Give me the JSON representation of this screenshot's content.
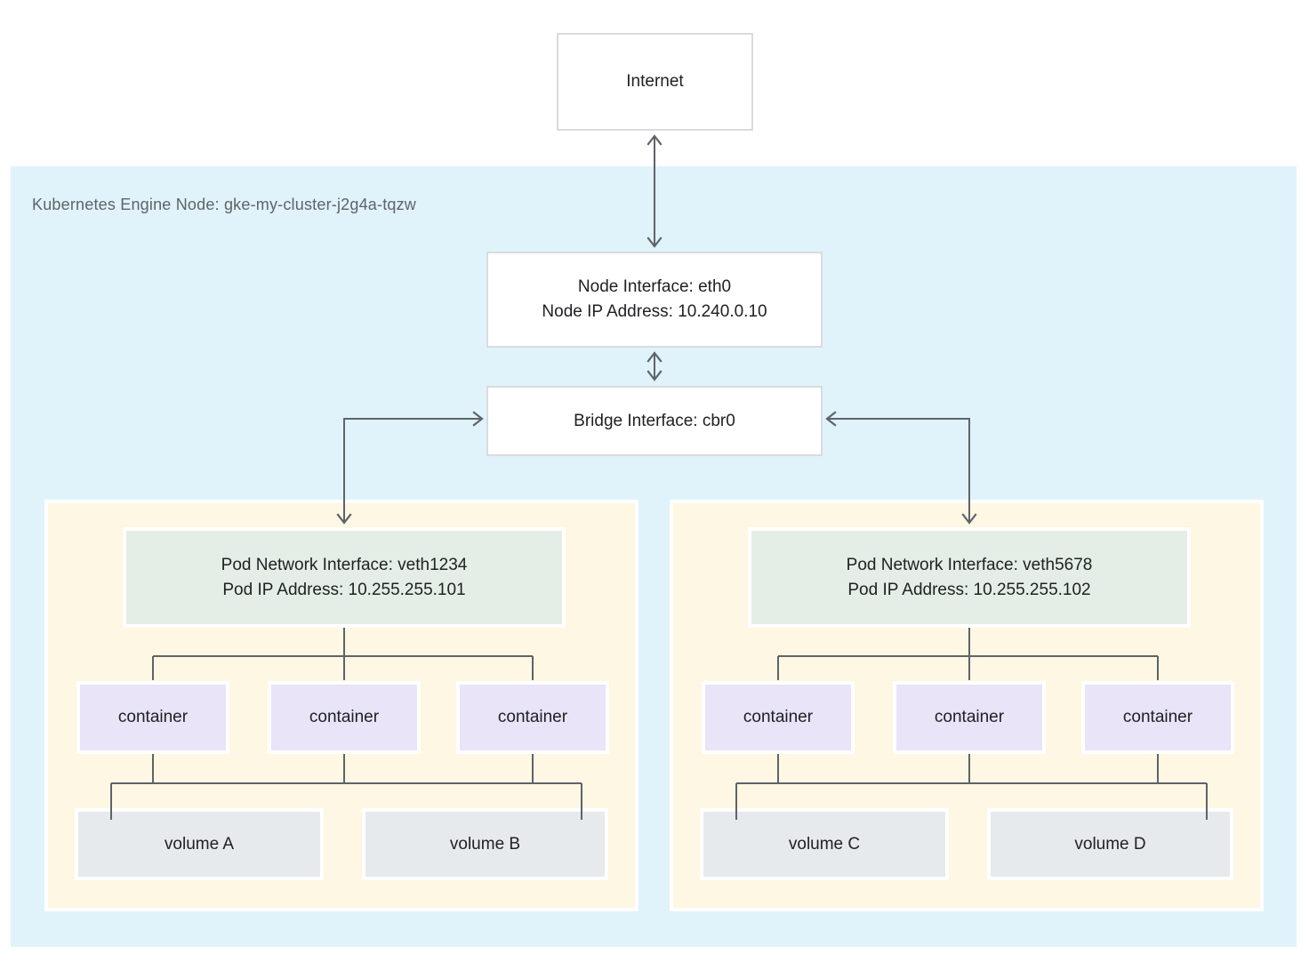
{
  "diagram": {
    "internet_label": "Internet",
    "node_region_label": "Kubernetes Engine Node: gke-my-cluster-j2g4a-tqzw",
    "node_interface": {
      "line1": "Node Interface: eth0",
      "line2": "Node IP Address: 10.240.0.10"
    },
    "bridge_interface": {
      "label": "Bridge Interface: cbr0"
    },
    "pods": [
      {
        "interface": {
          "line1": "Pod Network Interface: veth1234",
          "line2": "Pod IP Address: 10.255.255.101"
        },
        "containers": [
          "container",
          "container",
          "container"
        ],
        "volumes": [
          "volume A",
          "volume B"
        ]
      },
      {
        "interface": {
          "line1": "Pod Network Interface: veth5678",
          "line2": "Pod IP Address: 10.255.255.102"
        },
        "containers": [
          "container",
          "container",
          "container"
        ],
        "volumes": [
          "volume C",
          "volume D"
        ]
      }
    ],
    "colors": {
      "node_region_bg": "#E0F3FB",
      "pod_bg": "#FDF7E3",
      "pod_interface_bg": "#E4EEE7",
      "container_bg": "#E9E4F7",
      "volume_bg": "#E6EAED",
      "white_box_border": "#D9DBDE",
      "connector_line": "#5F6368",
      "text": "#202124",
      "region_label_text": "#5F6368"
    }
  }
}
